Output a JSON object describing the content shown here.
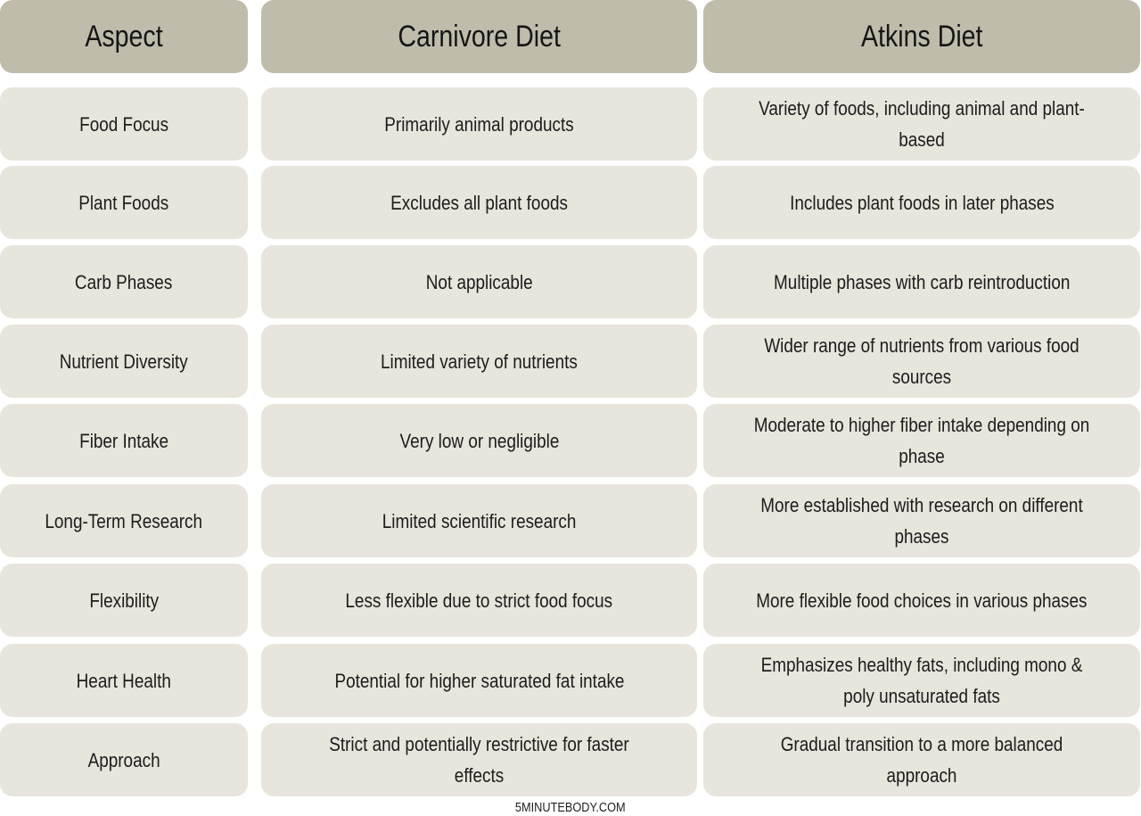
{
  "header": {
    "aspect": "Aspect",
    "carnivore": "Carnivore Diet",
    "atkins": "Atkins Diet"
  },
  "rows": [
    {
      "aspect": "Food Focus",
      "carnivore": "Primarily animal products",
      "atkins": "Variety of foods, including animal and plant-based"
    },
    {
      "aspect": "Plant Foods",
      "carnivore": "Excludes all plant foods",
      "atkins": "Includes plant foods in later phases"
    },
    {
      "aspect": "Carb Phases",
      "carnivore": "Not applicable",
      "atkins": "Multiple phases with carb reintroduction"
    },
    {
      "aspect": "Nutrient Diversity",
      "carnivore": "Limited variety of nutrients",
      "atkins": "Wider range of nutrients from various food sources"
    },
    {
      "aspect": "Fiber Intake",
      "carnivore": "Very low or negligible",
      "atkins": "Moderate to higher fiber intake depending on phase"
    },
    {
      "aspect": "Long-Term Research",
      "carnivore": "Limited scientific research",
      "atkins": "More established with research on different phases"
    },
    {
      "aspect": "Flexibility",
      "carnivore": "Less flexible due to strict food focus",
      "atkins": "More flexible food choices in various phases"
    },
    {
      "aspect": "Heart Health",
      "carnivore": "Potential for higher saturated fat intake",
      "atkins": "Emphasizes healthy fats, including mono & poly unsaturated fats"
    },
    {
      "aspect": "Approach",
      "carnivore": "Strict and potentially restrictive for faster effects",
      "atkins": "Gradual transition to a more balanced approach"
    }
  ],
  "footer": {
    "site": "5MINUTEBODY.COM"
  },
  "colors": {
    "header_bg": "#bfbcab",
    "cell_bg": "#e7e5dc",
    "text": "#1c1c1c"
  }
}
